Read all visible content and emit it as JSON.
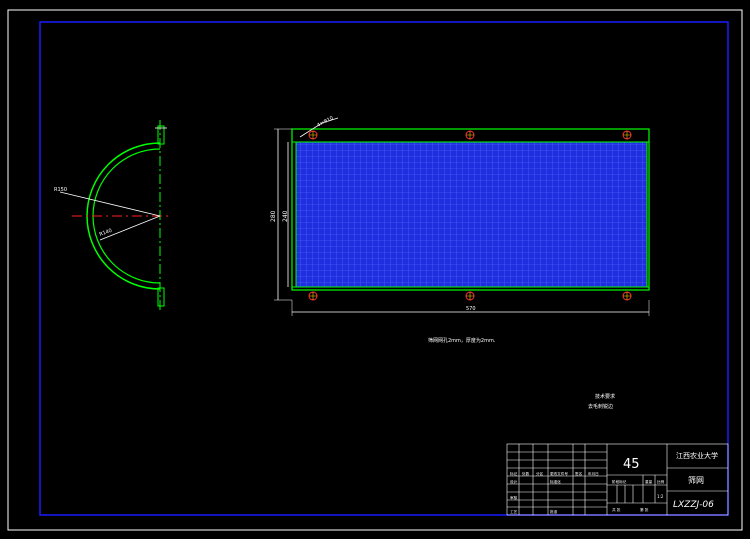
{
  "drawing": {
    "dimensions": {
      "total_length": "570",
      "outer_height": "280",
      "inner_height": "240",
      "arc_radius_large": "R150",
      "arc_radius_small": "R140",
      "corner_note": "4×Φ10"
    },
    "notes": {
      "mesh_note": "筛网网孔2mm，厚度为2mm.",
      "tech_line1": "技术要求",
      "tech_line2": "去毛刺锐边"
    },
    "title_block": {
      "material": "45",
      "school": "江西农业大学",
      "part_name": "筛网",
      "drawing_no": "LXZZJ-06",
      "scale_value": "1:2",
      "cells": {
        "rev_mark": "标记",
        "rev_count": "处数",
        "rev_zone": "分区",
        "rev_docno": "更改文件号",
        "rev_sign": "签名",
        "rev_date": "年月日",
        "designer": "设计",
        "std": "标准化",
        "stage_mark": "阶段标记",
        "weight": "重量",
        "scale": "比例",
        "reviewer": "审核",
        "process": "工艺",
        "approve": "批准",
        "sheet_total": "共 张",
        "sheet_no": "第 张"
      }
    }
  },
  "colors": {
    "frame": "#1a1aff",
    "outline": "#00ff00",
    "mesh_fill": "#1f2fe0",
    "mesh_grid": "#5f6fff",
    "center_line": "#ff2020",
    "dim": "#ffffff",
    "hole": "#ff3030"
  }
}
